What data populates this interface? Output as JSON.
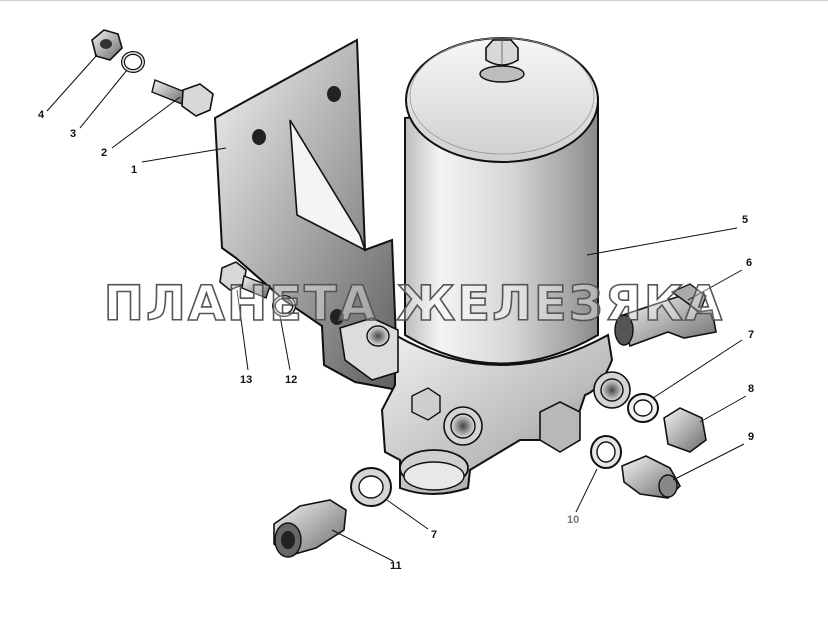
{
  "watermark": "ПЛАНЕТА ЖЕЛЕЗЯКА",
  "callouts": [
    {
      "id": "c1",
      "label": "1"
    },
    {
      "id": "c2",
      "label": "2"
    },
    {
      "id": "c3",
      "label": "3"
    },
    {
      "id": "c4",
      "label": "4"
    },
    {
      "id": "c5",
      "label": "5"
    },
    {
      "id": "c6",
      "label": "6"
    },
    {
      "id": "c7a",
      "label": "7"
    },
    {
      "id": "c7b",
      "label": "7"
    },
    {
      "id": "c8",
      "label": "8"
    },
    {
      "id": "c9",
      "label": "9"
    },
    {
      "id": "c10",
      "label": "10"
    },
    {
      "id": "c11",
      "label": "11"
    },
    {
      "id": "c12",
      "label": "12"
    },
    {
      "id": "c13",
      "label": "13"
    }
  ],
  "colors": {
    "line": "#111111",
    "metal_light": "#e8e8e8",
    "metal_dark": "#6e6e6e"
  }
}
